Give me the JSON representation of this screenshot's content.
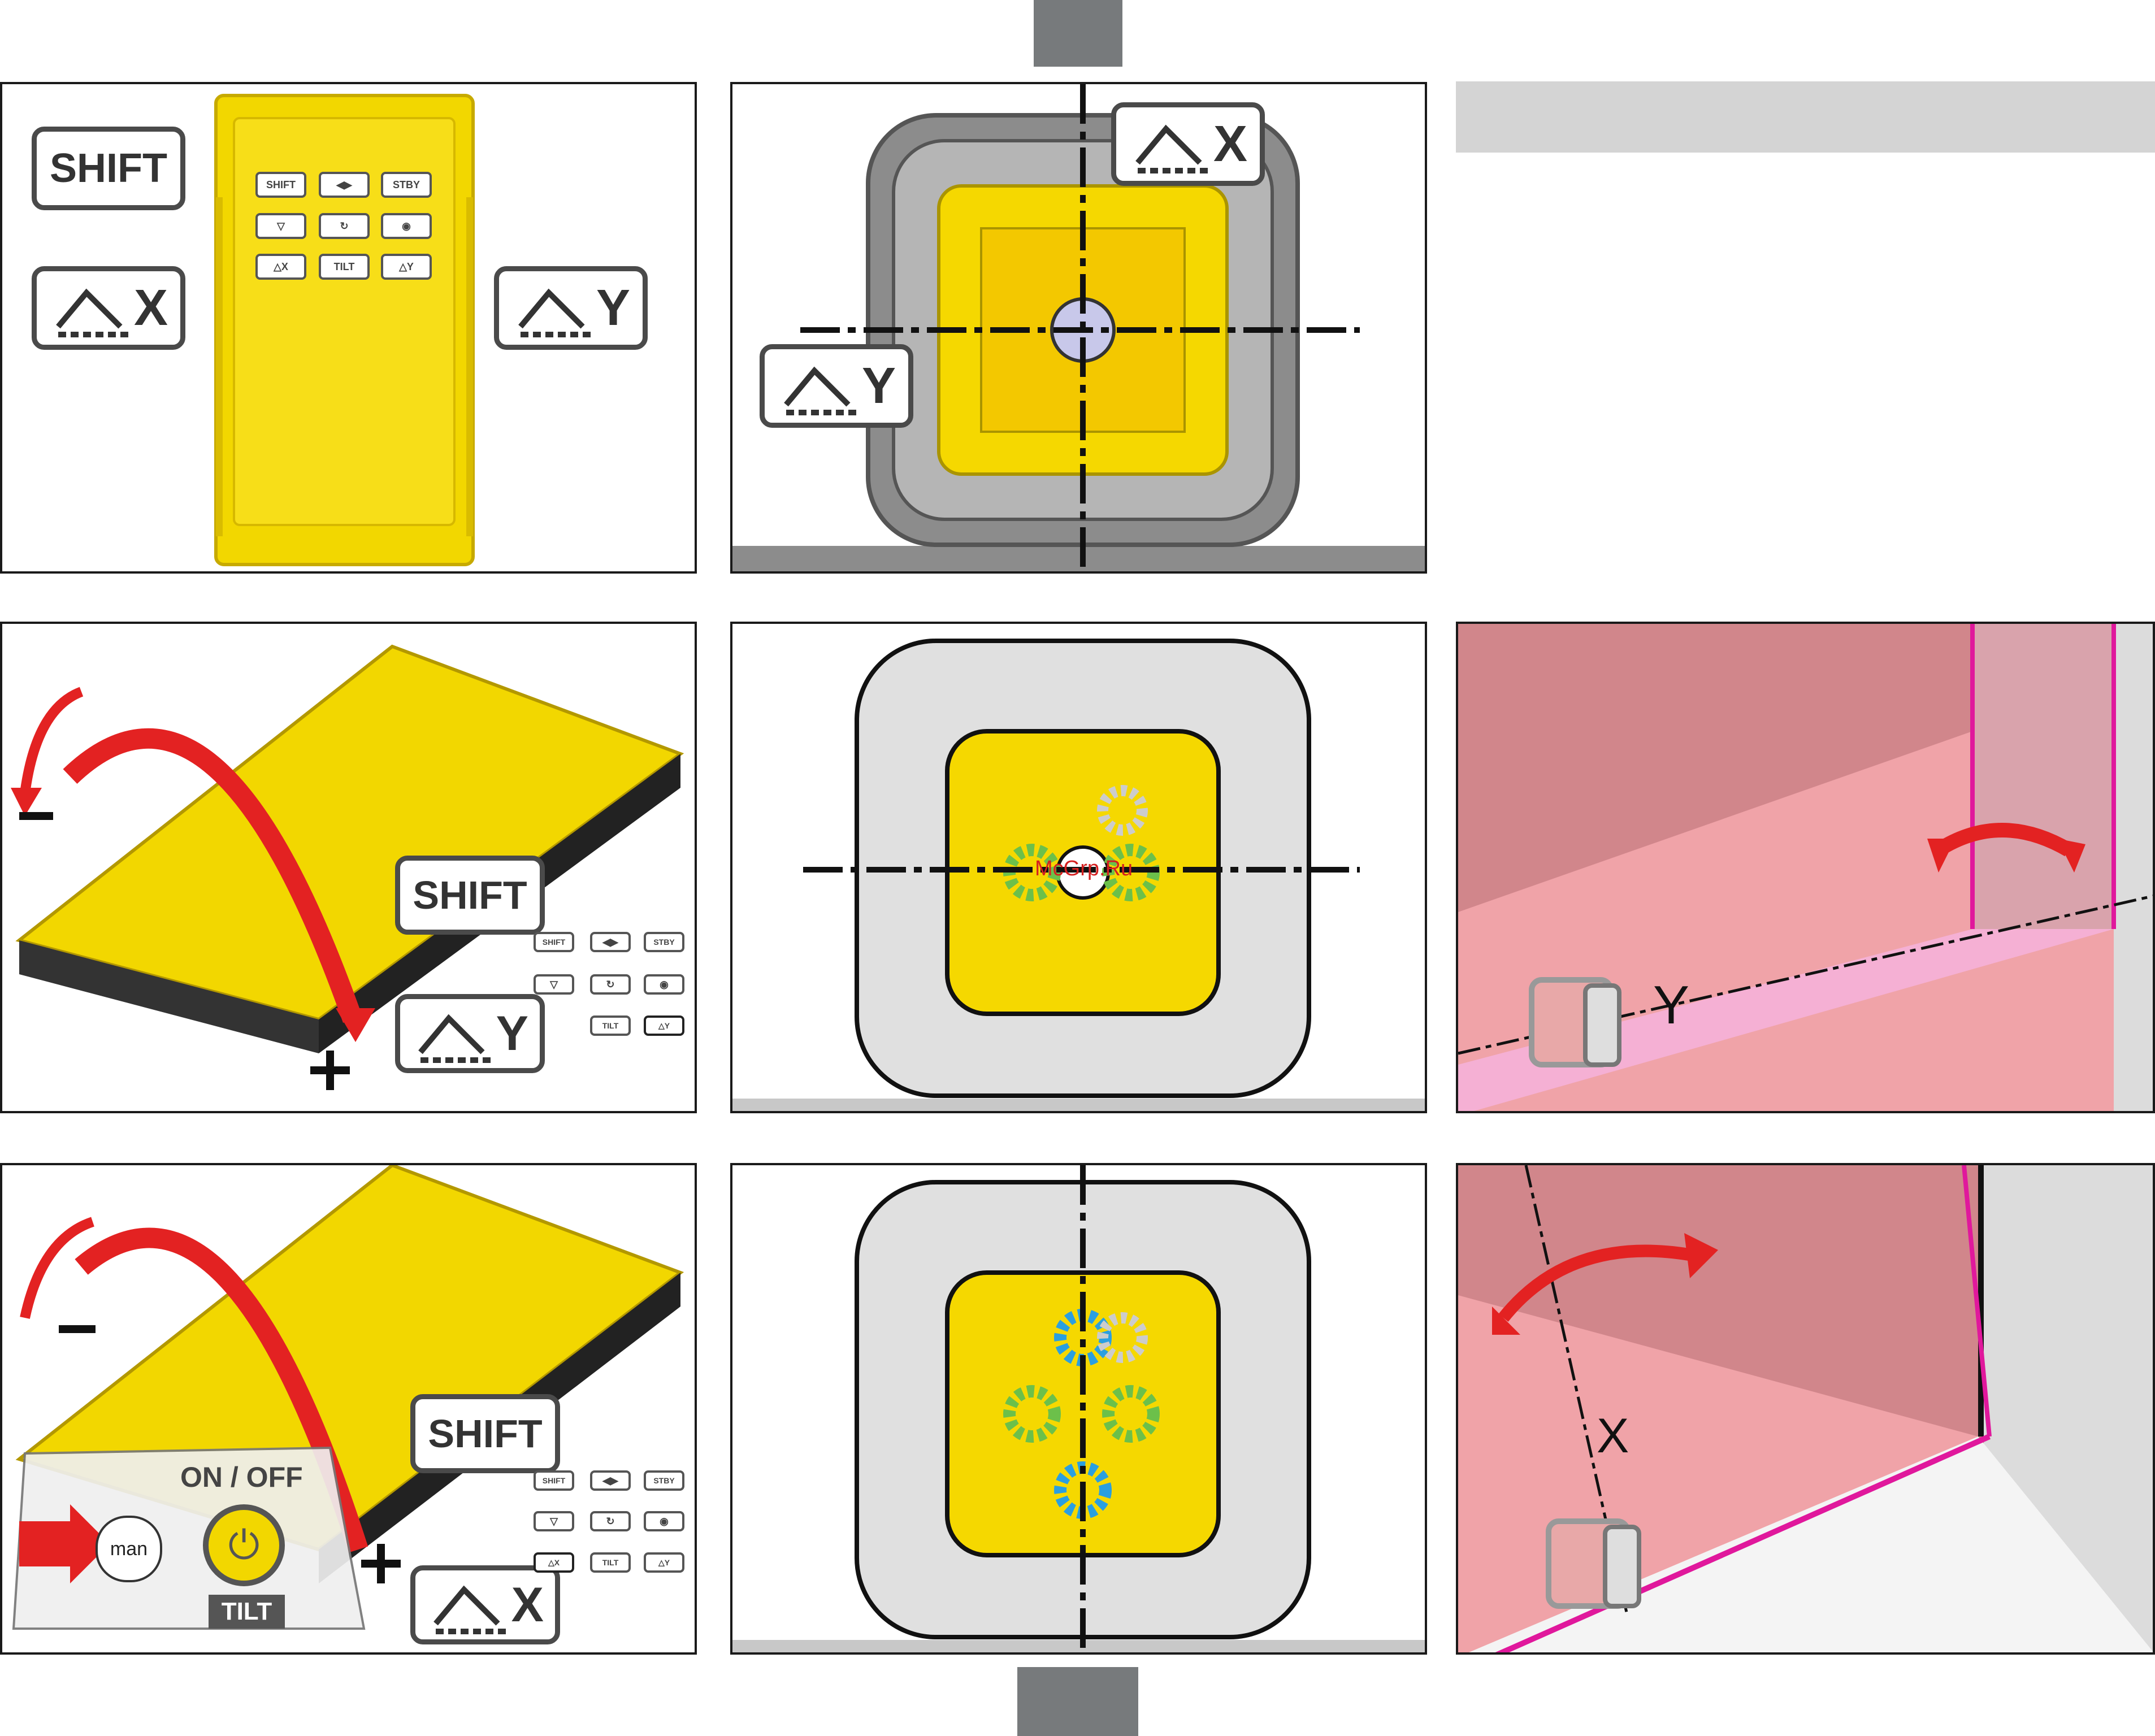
{
  "keys": {
    "shift": "SHIFT",
    "stby": "STBY",
    "tilt": "TILT",
    "x": "X",
    "y": "Y",
    "on_off": "ON / OFF",
    "man": "man"
  },
  "signs": {
    "minus": "–",
    "plus": "+"
  },
  "axis_labels": {
    "x": "X",
    "y": "Y"
  },
  "watermark": "McGrp.Ru",
  "colors": {
    "tab_gray": "#777a7c",
    "banner_gray": "#d4d4d4",
    "device_yellow": "#f5d800",
    "arrow_red": "#e32222",
    "beam_magenta": "#e0189c",
    "wall_pink": "#f0a3a8",
    "led_green": "#6cc04a",
    "led_blue": "#2a9fe0"
  },
  "icons": [
    "tilt-x-key-icon",
    "tilt-y-key-icon",
    "rotate-arrow-icon",
    "power-icon",
    "remote-control-icon",
    "laser-device-icon"
  ]
}
